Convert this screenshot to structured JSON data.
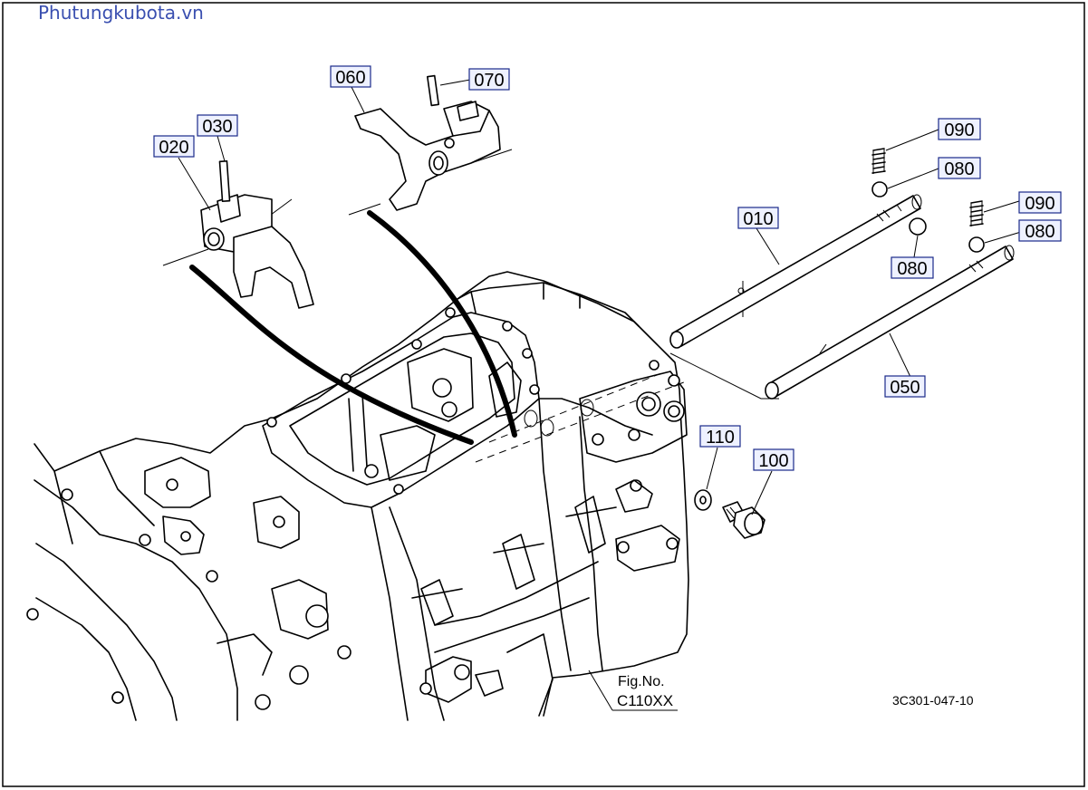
{
  "watermark": "Phutungkubota.vn",
  "callouts": {
    "c010": "010",
    "c020": "020",
    "c030": "030",
    "c050": "050",
    "c060": "060",
    "c070": "070",
    "c080a": "080",
    "c080b": "080",
    "c080c": "080",
    "c090a": "090",
    "c090b": "090",
    "c100": "100",
    "c110": "110"
  },
  "fig": {
    "label": "Fig.No.",
    "number": "C110XX"
  },
  "drawing_code": "3C301-047-10"
}
